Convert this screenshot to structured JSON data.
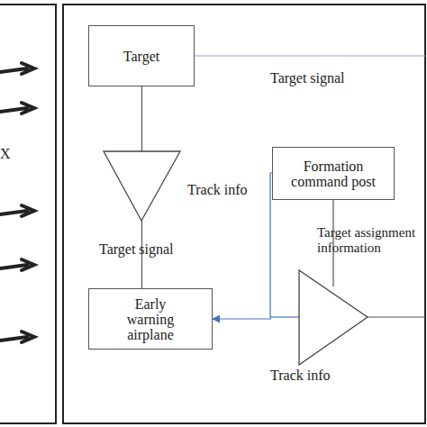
{
  "diagram": {
    "nodes": [
      {
        "text": [
          "Target"
        ]
      },
      {
        "text": [
          "Formation command post"
        ]
      },
      {
        "text": [
          "Early warning airplane"
        ]
      }
    ],
    "edges": [
      {
        "from": 0,
        "to": 2,
        "arrow": "none",
        "label": "Target signal"
      },
      {
        "from": 1,
        "to": 2,
        "arrow": "to",
        "label": "Track info"
      }
    ],
    "labels": [
      "Target signal",
      "Target assignment information",
      "Track info",
      "X"
    ]
  }
}
